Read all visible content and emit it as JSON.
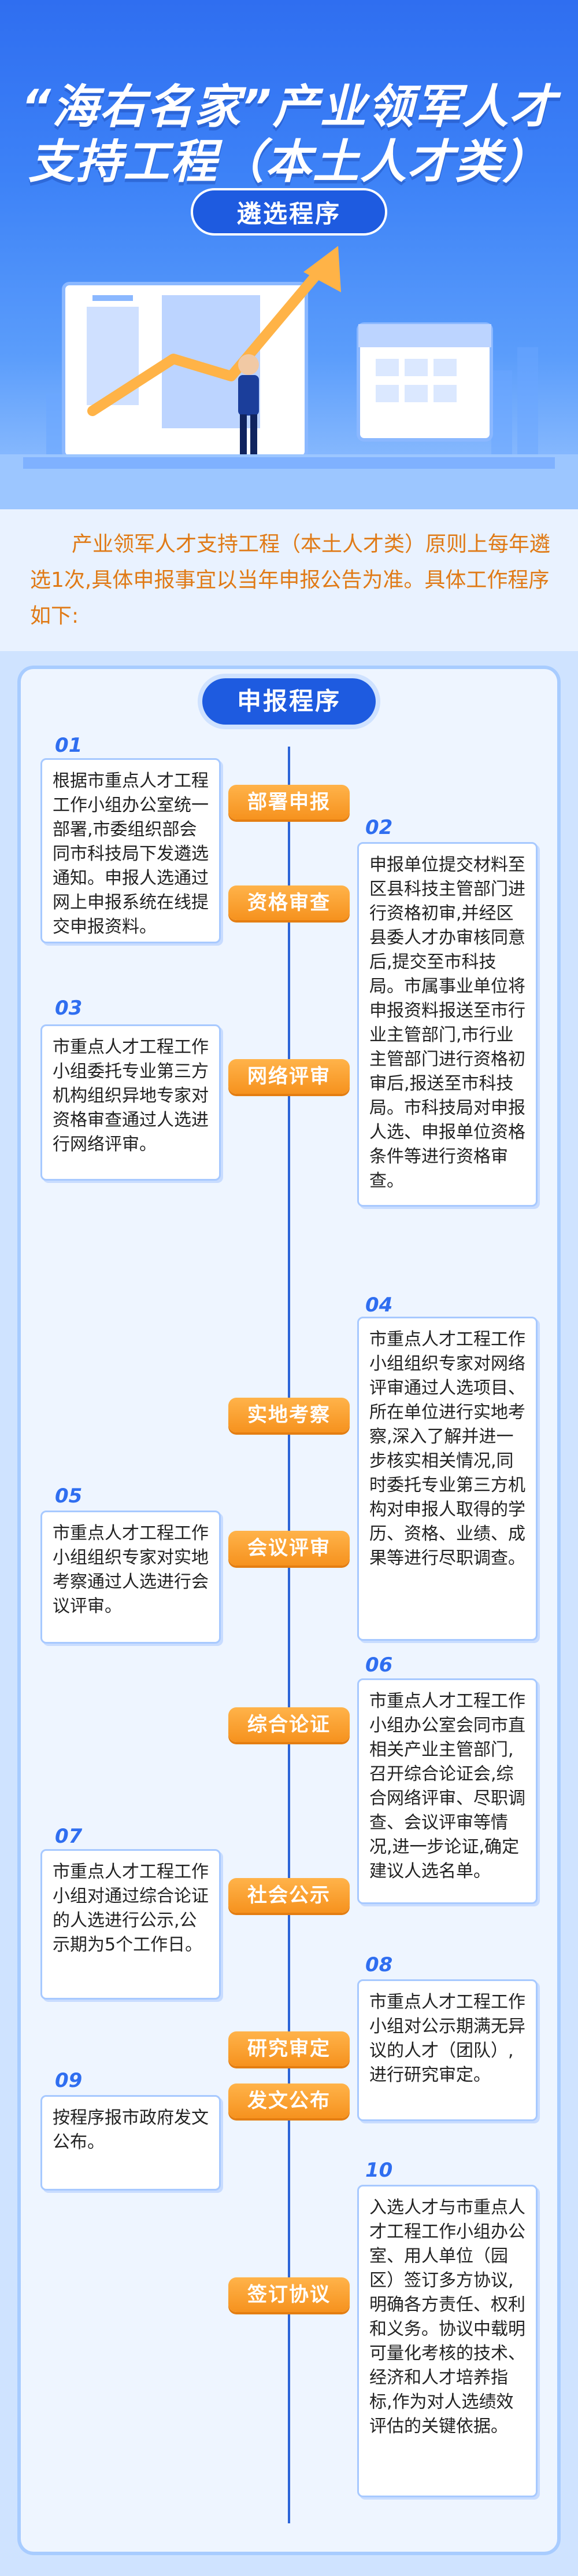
{
  "header": {
    "title_line1": "“海右名家”产业领军人才",
    "title_line2": "支持工程（本土人才类）",
    "badge": "遴选程序"
  },
  "intro": {
    "text": "产业领军人才支持工程（本土人才类）原则上每年遴选1次,具体申报事宜以当年申报公告为准。具体工作程序如下:"
  },
  "section_title": "申报程序",
  "steps": [
    {
      "num": "01",
      "label": "部署申报",
      "text": "根据市重点人才工程工作小组办公室统一部署,市委组织部会同市科技局下发遴选通知。申报人选通过网上申报系统在线提交申报资料。"
    },
    {
      "num": "02",
      "label": "资格审查",
      "text": "申报单位提交材料至区县科技主管部门进行资格初审,并经区县委人才办审核同意后,提交至市科技局。市属事业单位将申报资料报送至市行业主管部门,市行业主管部门进行资格初审后,报送至市科技局。市科技局对申报人选、申报单位资格条件等进行资格审查。"
    },
    {
      "num": "03",
      "label": "网络评审",
      "text": "市重点人才工程工作小组委托专业第三方机构组织异地专家对资格审查通过人选进行网络评审。"
    },
    {
      "num": "04",
      "label": "实地考察",
      "text": "市重点人才工程工作小组组织专家对网络评审通过人选项目、所在单位进行实地考察,深入了解并进一步核实相关情况,同时委托专业第三方机构对申报人取得的学历、资格、业绩、成果等进行尽职调查。"
    },
    {
      "num": "05",
      "label": "会议评审",
      "text": "市重点人才工程工作小组组织专家对实地考察通过人选进行会议评审。"
    },
    {
      "num": "06",
      "label": "综合论证",
      "text": "市重点人才工程工作小组办公室会同市直相关产业主管部门,召开综合论证会,综合网络评审、尽职调查、会议评审等情况,进一步论证,确定建议人选名单。"
    },
    {
      "num": "07",
      "label": "社会公示",
      "text": "市重点人才工程工作小组对通过综合论证的人选进行公示,公示期为5个工作日。"
    },
    {
      "num": "08",
      "label": "研究审定",
      "text": "市重点人才工程工作小组对公示期满无异议的人才（团队）,进行研究审定。"
    },
    {
      "num": "09",
      "label": "发文公布",
      "text": "按程序报市政府发文公布。"
    },
    {
      "num": "10",
      "label": "签订协议",
      "text": "入选人才与市重点人才工程工作小组办公室、用人单位（园区）签订多方协议,明确各方责任、权利和义务。协议中载明可量化考核的技术、经济和人才培养指标,作为对人选绩效评估的关键依据。"
    }
  ],
  "colors": {
    "primary": "#1e5be0",
    "accent_orange": "#f6921e",
    "intro_text": "#e07a16",
    "card_border": "#a7c9ff"
  }
}
